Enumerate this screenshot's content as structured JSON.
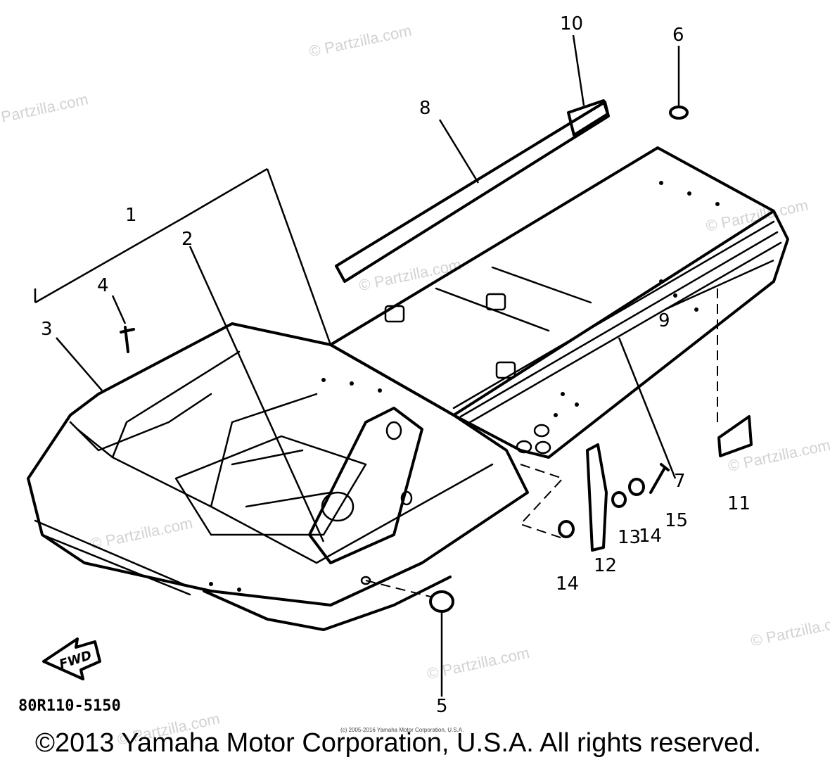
{
  "watermark_text": "© Partzilla.com",
  "callouts": [
    "1",
    "2",
    "3",
    "4",
    "5",
    "6",
    "7",
    "8",
    "9",
    "10",
    "11",
    "12",
    "13",
    "14",
    "14",
    "15"
  ],
  "diagram_code": "80R110-5150",
  "fwd_label": "FWD",
  "small_credit": "(c) 2005-2016 Yamaha Motor Corporation, U.S.A.",
  "copyright": "©2013 Yamaha Motor Corporation, U.S.A. All rights reserved."
}
